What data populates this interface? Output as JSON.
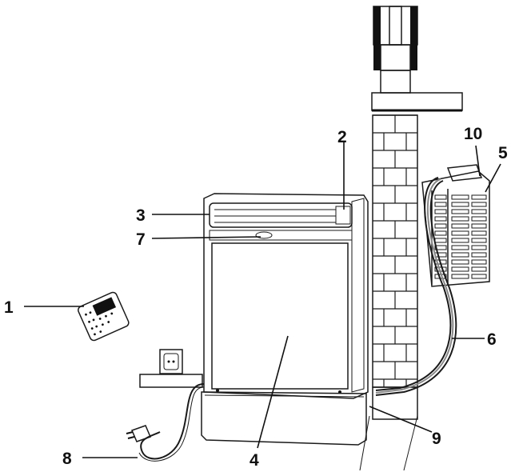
{
  "figure": {
    "callouts": [
      {
        "id": "1",
        "label": "1",
        "part": "remote-control"
      },
      {
        "id": "2",
        "label": "2",
        "part": "indoor-unit-top-right"
      },
      {
        "id": "3",
        "label": "3",
        "part": "air-outlet-louver"
      },
      {
        "id": "4",
        "label": "4",
        "part": "front-grille"
      },
      {
        "id": "5",
        "label": "5",
        "part": "outdoor-unit"
      },
      {
        "id": "6",
        "label": "6",
        "part": "connecting-hoses"
      },
      {
        "id": "7",
        "label": "7",
        "part": "display-indicator"
      },
      {
        "id": "8",
        "label": "8",
        "part": "power-plug"
      },
      {
        "id": "9",
        "label": "9",
        "part": "wall-passage"
      },
      {
        "id": "10",
        "label": "10",
        "part": "outdoor-unit-top"
      }
    ]
  }
}
